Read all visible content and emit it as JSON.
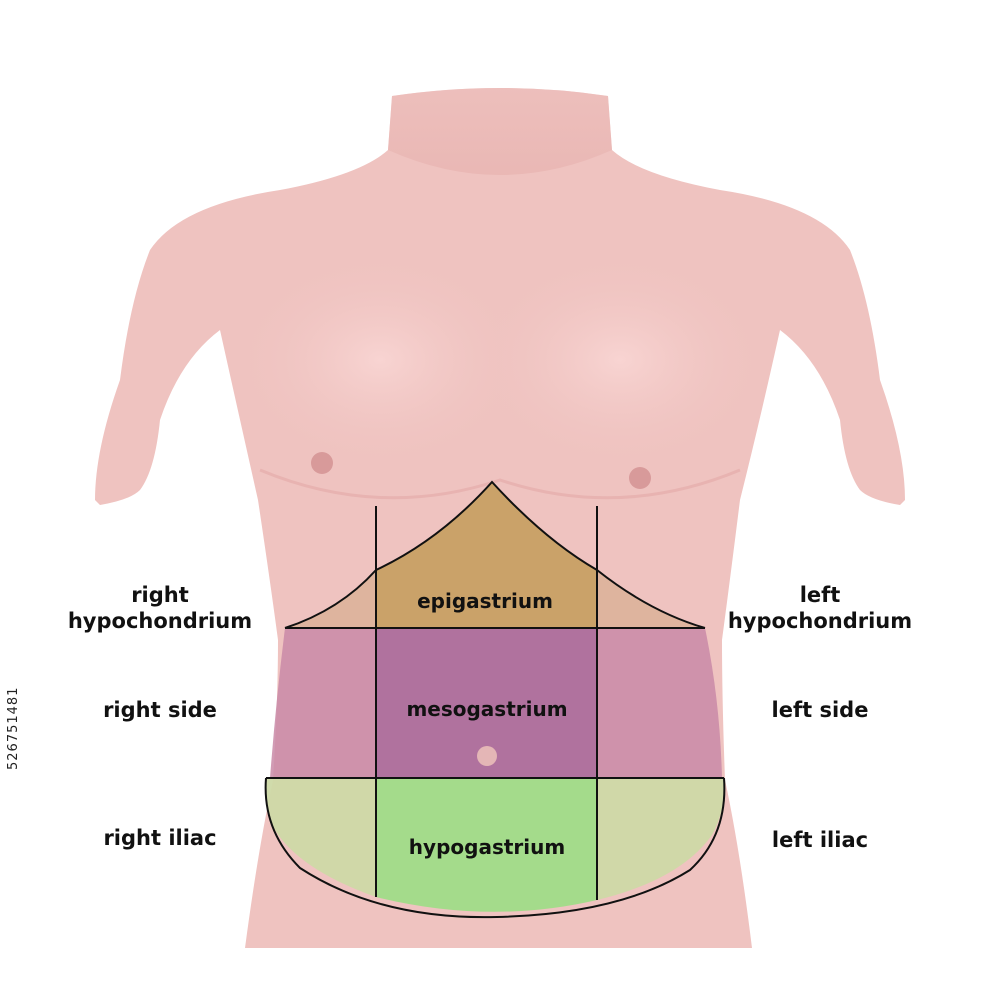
{
  "regions": {
    "right_hypochondrium": [
      "right",
      "hypochondrium"
    ],
    "left_hypochondrium": [
      "left",
      "hypochondrium"
    ],
    "right_side": "right side",
    "left_side": "left side",
    "right_iliac": "right iliac",
    "left_iliac": "left iliac",
    "epigastrium": "epigastrium",
    "mesogastrium": "mesogastrium",
    "hypogastrium": "hypogastrium"
  },
  "colors": {
    "skin": "#efc3c0",
    "skin_shadow": "#e4aeab",
    "nipple": "#d89a9a",
    "epigastrium": "#c7a064",
    "hypochondrium": "#dcb29a",
    "mesogastrium": "#a8699a",
    "side": "#c98aa7",
    "hypogastrium": "#9fdc88",
    "iliac": "#cdd9a6",
    "outline": "#111111"
  },
  "watermark": "526751481"
}
